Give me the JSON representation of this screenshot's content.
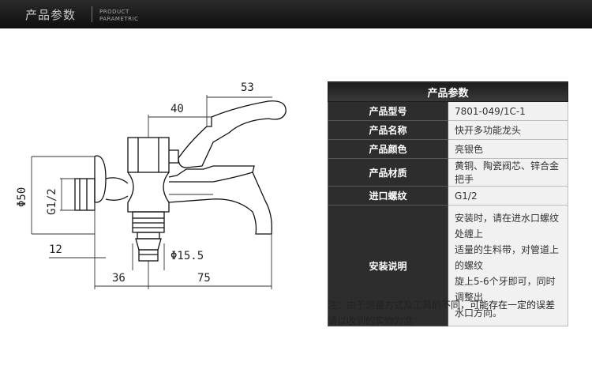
{
  "header": {
    "title_zh": "产品参数",
    "title_en_line1": "PRODUCT",
    "title_en_line2": "PARAMETRIC"
  },
  "drawing": {
    "dim_53": "53",
    "dim_40": "40",
    "dim_phi50": "Φ50",
    "dim_thread": "G1/2",
    "dim_12": "12",
    "dim_phi15_5": "Φ15.5",
    "dim_36": "36",
    "dim_75": "75"
  },
  "spec_table": {
    "title": "产品参数",
    "rows": [
      {
        "label": "产品型号",
        "value": "7801-049/1C-1"
      },
      {
        "label": "产品名称",
        "value": "快开多功能龙头"
      },
      {
        "label": "产品颜色",
        "value": "亮银色"
      },
      {
        "label": "产品材质",
        "value": "黄铜、陶瓷阀芯、锌合金把手"
      },
      {
        "label": "进口螺纹",
        "value": "G1/2"
      }
    ],
    "install": {
      "label": "安装说明",
      "lines": [
        "安装时，请在进水口螺纹处缠上",
        "适量的生料带，对管道上的螺纹",
        "旋上5-6个牙即可，同时调整出",
        "水口方向。"
      ]
    }
  },
  "footnote": {
    "line1": "注：由于测量方式及工具的不同，可能存在一定的误差",
    "line2": "请以收到的实物为准"
  },
  "colors": {
    "header_bg": "#1a1a1a",
    "label_bg": "#2d2d2d",
    "value_bg": "#f1f1f1"
  }
}
